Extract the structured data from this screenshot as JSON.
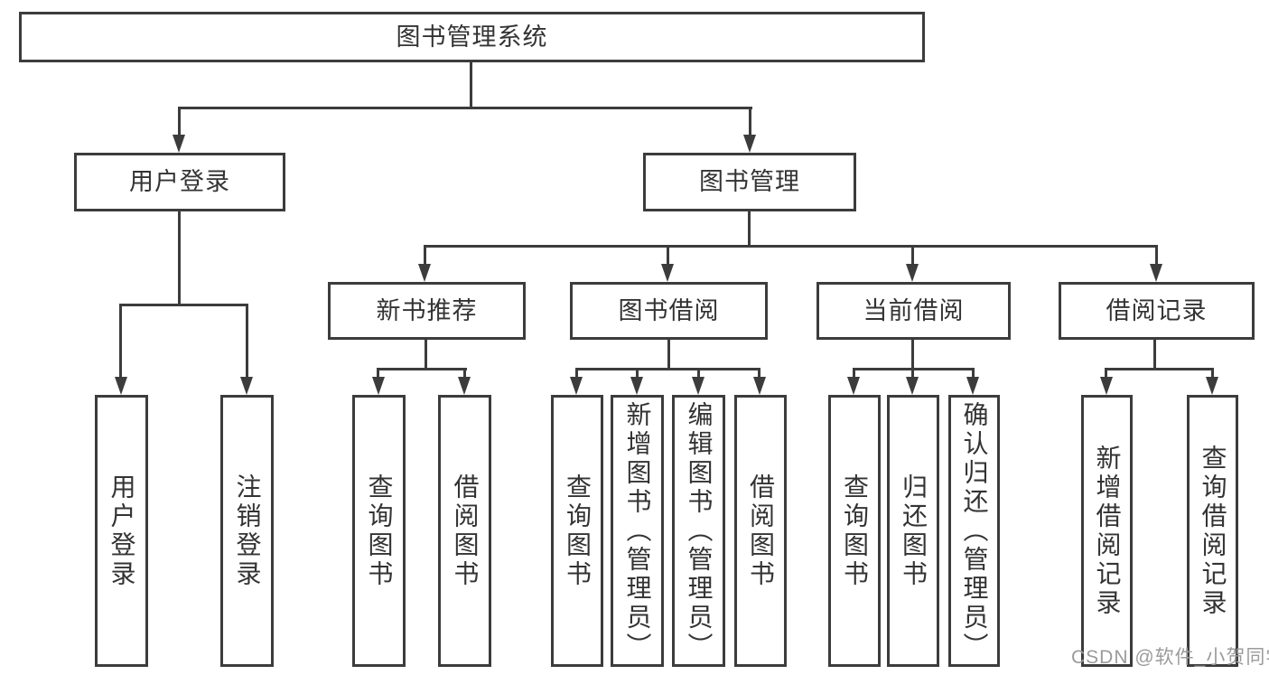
{
  "diagram": {
    "title": "图书管理系统",
    "type": "hierarchy-tree"
  },
  "nodes": {
    "root": {
      "label": "图书管理系统"
    },
    "user_login": {
      "label": "用户登录"
    },
    "book_mgmt": {
      "label": "图书管理"
    },
    "new_book_rec": {
      "label": "新书推荐"
    },
    "book_borrow": {
      "label": "图书借阅"
    },
    "current_borrow": {
      "label": "当前借阅"
    },
    "borrow_records": {
      "label": "借阅记录"
    },
    "user_login_action": {
      "label": "用户登录"
    },
    "logout_action": {
      "label": "注销登录"
    },
    "query_book_a": {
      "label": "查询图书"
    },
    "borrow_book_a": {
      "label": "借阅图书"
    },
    "query_book_b": {
      "label": "查询图书"
    },
    "add_book": {
      "label": "新增图书（管理员）"
    },
    "edit_book": {
      "label": "编辑图书（管理员）"
    },
    "borrow_book_b": {
      "label": "借阅图书"
    },
    "query_book_c": {
      "label": "查询图书"
    },
    "return_book": {
      "label": "归还图书"
    },
    "confirm_return": {
      "label": "确认归还（管理员）"
    },
    "add_borrow_record": {
      "label": "新增借阅记录"
    },
    "query_borrow_record": {
      "label": "查询借阅记录"
    }
  },
  "structure": [
    {
      "id": "root",
      "children": [
        {
          "id": "user_login",
          "children": [
            {
              "id": "user_login_action"
            },
            {
              "id": "logout_action"
            }
          ]
        },
        {
          "id": "book_mgmt",
          "children": [
            {
              "id": "new_book_rec",
              "children": [
                {
                  "id": "query_book_a"
                },
                {
                  "id": "borrow_book_a"
                }
              ]
            },
            {
              "id": "book_borrow",
              "children": [
                {
                  "id": "query_book_b"
                },
                {
                  "id": "add_book"
                },
                {
                  "id": "edit_book"
                },
                {
                  "id": "borrow_book_b"
                }
              ]
            },
            {
              "id": "current_borrow",
              "children": [
                {
                  "id": "query_book_c"
                },
                {
                  "id": "return_book"
                },
                {
                  "id": "confirm_return"
                }
              ]
            },
            {
              "id": "borrow_records",
              "children": [
                {
                  "id": "add_borrow_record"
                },
                {
                  "id": "query_borrow_record"
                }
              ]
            }
          ]
        }
      ]
    }
  ],
  "watermark": {
    "text": "CSDN @软件_小贺同学"
  },
  "colors": {
    "line": "#3c3c3c",
    "box_border": "#3c3c3c",
    "text": "#333333",
    "background": "#ffffff",
    "watermark": "#9b9b9b"
  }
}
